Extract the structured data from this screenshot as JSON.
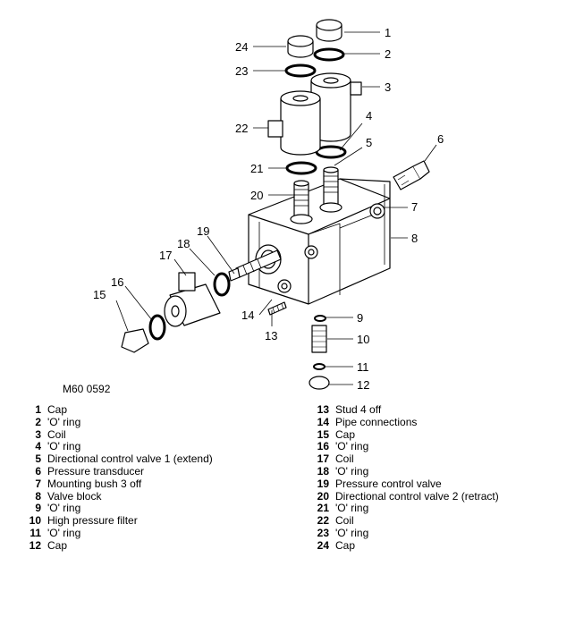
{
  "figure_ref": "M60 0592",
  "callouts": [
    "1",
    "2",
    "3",
    "4",
    "5",
    "6",
    "7",
    "8",
    "9",
    "10",
    "11",
    "12",
    "13",
    "14",
    "15",
    "16",
    "17",
    "18",
    "19",
    "20",
    "21",
    "22",
    "23",
    "24"
  ],
  "legend_left": [
    {
      "num": "1",
      "label": "Cap"
    },
    {
      "num": "2",
      "label": "'O' ring"
    },
    {
      "num": "3",
      "label": "Coil"
    },
    {
      "num": "4",
      "label": "'O' ring"
    },
    {
      "num": "5",
      "label": "Directional control valve 1 (extend)"
    },
    {
      "num": "6",
      "label": "Pressure transducer"
    },
    {
      "num": "7",
      "label": "Mounting bush 3 off"
    },
    {
      "num": "8",
      "label": "Valve block"
    },
    {
      "num": "9",
      "label": "'O' ring"
    },
    {
      "num": "10",
      "label": "High pressure filter"
    },
    {
      "num": "11",
      "label": "'O' ring"
    },
    {
      "num": "12",
      "label": "Cap"
    }
  ],
  "legend_right": [
    {
      "num": "13",
      "label": "Stud 4 off"
    },
    {
      "num": "14",
      "label": "Pipe connections"
    },
    {
      "num": "15",
      "label": "Cap"
    },
    {
      "num": "16",
      "label": "'O' ring"
    },
    {
      "num": "17",
      "label": "Coil"
    },
    {
      "num": "18",
      "label": "'O' ring"
    },
    {
      "num": "19",
      "label": "Pressure control valve"
    },
    {
      "num": "20",
      "label": "Directional control valve 2 (retract)"
    },
    {
      "num": "21",
      "label": "'O' ring"
    },
    {
      "num": "22",
      "label": "Coil"
    },
    {
      "num": "23",
      "label": "'O' ring"
    },
    {
      "num": "24",
      "label": "Cap"
    }
  ]
}
